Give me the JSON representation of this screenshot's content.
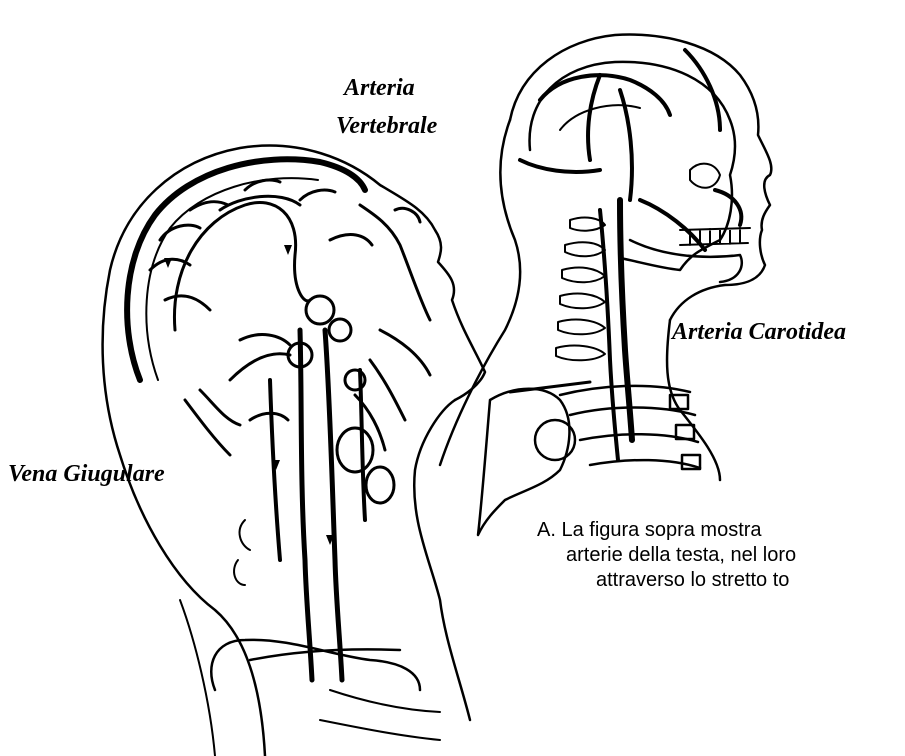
{
  "labels": {
    "arteria_vertebrale_line1": "Arteria",
    "arteria_vertebrale_line2": "Vertebrale",
    "arteria_carotidea": "Arteria Carotidea",
    "vena_giugulare": "Vena Giugulare"
  },
  "caption": {
    "line1": "A.  La figura sopra mostra",
    "line2": "arterie della testa, nel loro",
    "line3": "attraverso lo stretto to"
  },
  "colors": {
    "ink": "#000000",
    "background": "#ffffff"
  }
}
